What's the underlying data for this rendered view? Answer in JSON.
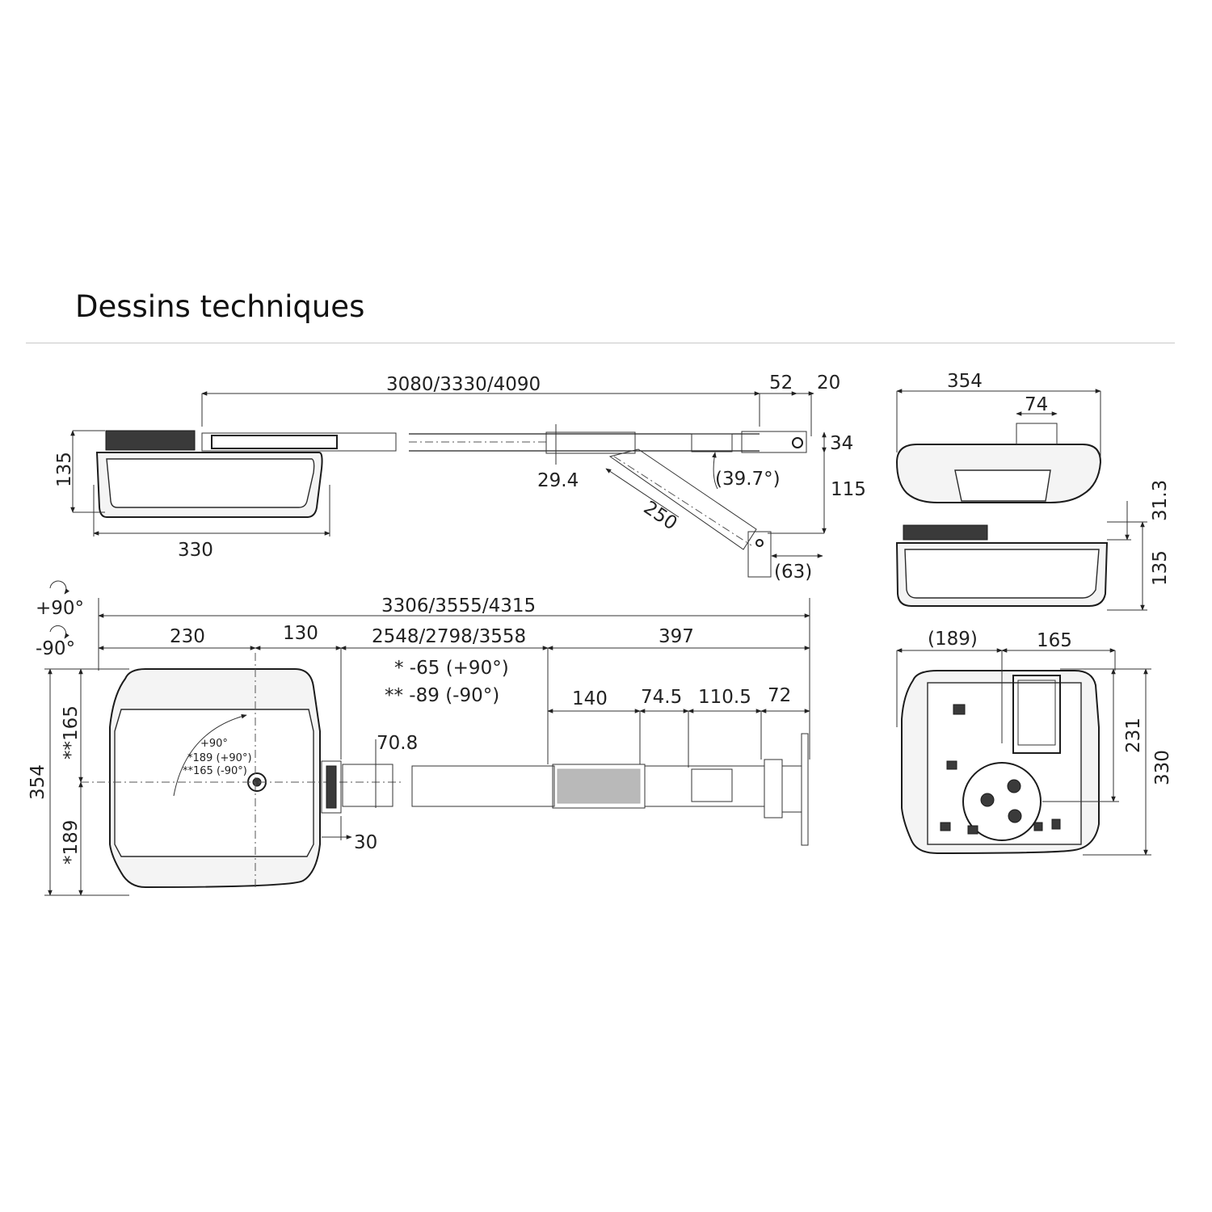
{
  "header": {
    "title": "Dessins techniques"
  },
  "side_view": {
    "rail_length": "3080/3330/4090",
    "dim_52": "52",
    "dim_20": "20",
    "dim_34": "34",
    "height_135": "135",
    "width_330": "330",
    "dim_29_4": "29.4",
    "angle": "(39.7°)",
    "arm_250": "250",
    "dim_115": "115",
    "dim_63": "(63)"
  },
  "top_view": {
    "rot_plus": "+90°",
    "rot_minus": "-90°",
    "total_length": "3306/3555/4315",
    "dim_230": "230",
    "dim_130": "130",
    "dim_rail": "2548/2798/3558",
    "dim_397": "397",
    "note_plus": "* -65 (+90°)",
    "note_minus": "** -89 (-90°)",
    "dim_140": "140",
    "dim_74_5": "74.5",
    "dim_110_5": "110.5",
    "dim_72": "72",
    "dim_70_8": "70.8",
    "dim_30": "30",
    "dim_354": "354",
    "dim_165": "**165",
    "dim_189": "*189",
    "inset_1": "+90°",
    "inset_2": "*189 (+90°)",
    "inset_3": "**165 (-90°)"
  },
  "right_views": {
    "width_354": "354",
    "dim_74": "74",
    "dim_31_3": "31.3",
    "dim_135": "135",
    "dim_189": "(189)",
    "dim_165": "165",
    "dim_231": "231",
    "dim_330": "330"
  }
}
